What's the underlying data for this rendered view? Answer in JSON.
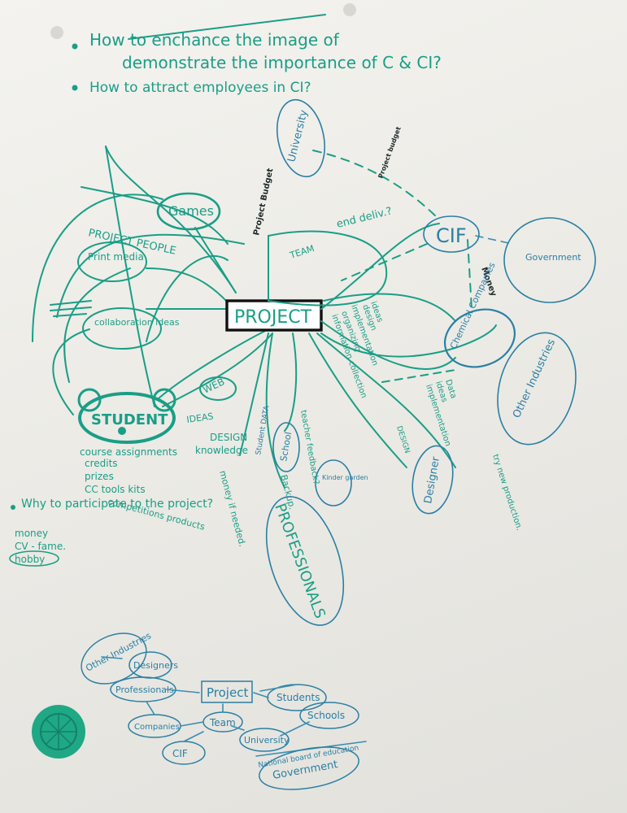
{
  "header": {
    "line1_struck": "How to enchance the image of",
    "line1": "demonstrate the importance of C & CI?",
    "line2": "How to attract employees in CI?"
  },
  "central": {
    "project": "PROJECT",
    "team": "TEAM"
  },
  "left_nodes": {
    "games": "Games",
    "project_people": "PROJECT PEOPLE",
    "print_media": "Print media",
    "collaboration": "collaboration ideas",
    "student": "STUDENT",
    "web": "WEB"
  },
  "student_notes": {
    "ideas": "IDEAS",
    "design": "DESIGN",
    "knowledge": "knowledge",
    "bullets": [
      "course assignments",
      "credits",
      "prizes",
      "CC tools kits"
    ]
  },
  "why": {
    "title": "Why to participate to the project?",
    "items": [
      "money",
      "CV - fame.",
      "hobby"
    ],
    "side": "competitions products"
  },
  "right_nodes": {
    "university": "University",
    "cif": "CIF",
    "government": "Government",
    "chemical": "Chemical Companies",
    "other_industries": "Other Industries",
    "designer": "Designer",
    "professionals": "PROFESSIONALS",
    "school": "School",
    "kindergarden": "Kinder garden"
  },
  "link_labels": {
    "project_budget": "Project Budget",
    "end_deliv": "end deliv.?",
    "sub_budget": "Project budget",
    "money": "Money",
    "ideas_list": [
      "ideas",
      "design",
      "implementation",
      "organizing",
      "information collection"
    ],
    "data_list": [
      "Data",
      "ideas",
      "implementation"
    ],
    "design": "DESIGN",
    "try_new": "try new production.",
    "student_data": "Student DATA",
    "teacher_feedback": "teacher feedback?",
    "backup": "Backup.",
    "money_if_needed": "money if needed."
  },
  "bottom": {
    "other_industries": "Other Industries",
    "designers": "Designers",
    "professionals": "Professionals",
    "project": "Project",
    "students": "Students",
    "companies": "Companies",
    "team": "Team",
    "university": "University",
    "schools": "Schools",
    "cif": "CIF",
    "nbe": "National board of education",
    "government": "Government"
  },
  "colors": {
    "green": "#1a9e86",
    "blue": "#2a7fa3",
    "black": "#1f2a2a",
    "paper": "#efeee9"
  }
}
